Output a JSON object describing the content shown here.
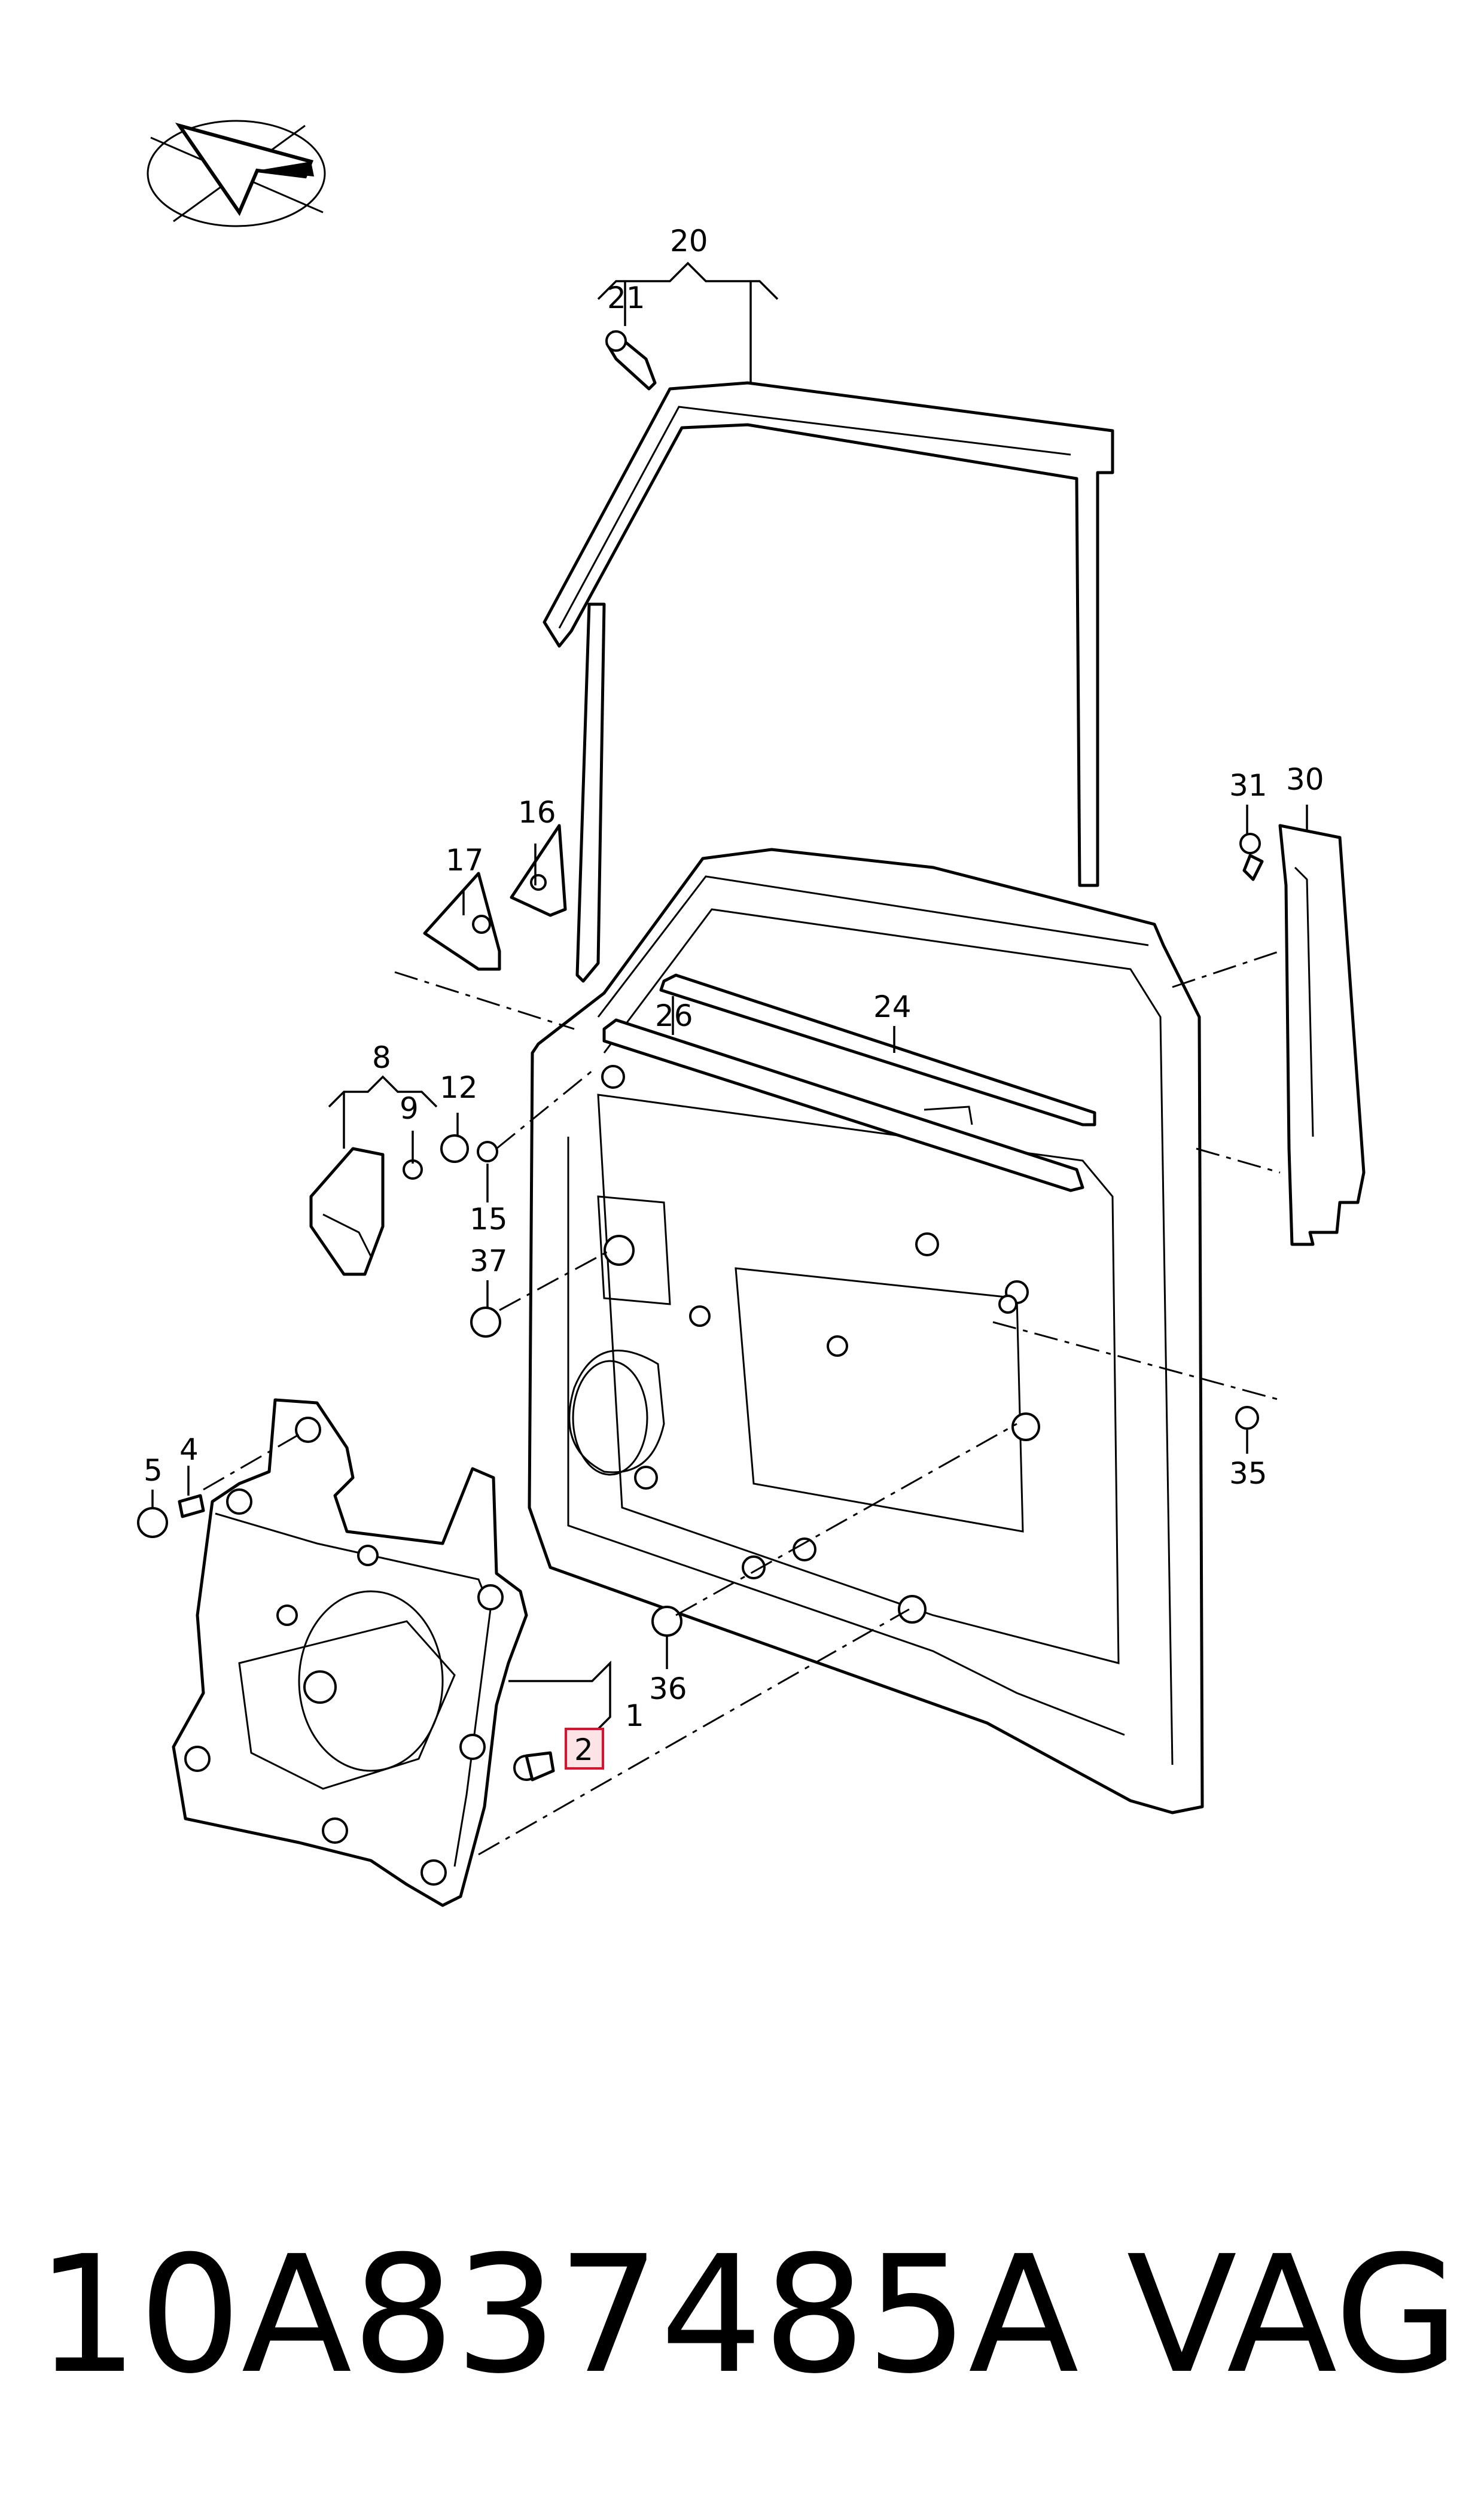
{
  "callouts": {
    "c20": "20",
    "c21": "21",
    "c31": "31",
    "c30": "30",
    "c16": "16",
    "c17": "17",
    "c24": "24",
    "c26": "26",
    "c8": "8",
    "c9": "9",
    "c12": "12",
    "c15": "15",
    "c37": "37",
    "c5": "5",
    "c4": "4",
    "c35": "35",
    "c36": "36",
    "c1": "1",
    "c2": "2"
  },
  "footer": {
    "part_number": "10A837485A",
    "brand": "VAG"
  },
  "colors": {
    "line": "#000000",
    "highlight": "#e0102a",
    "highlight_fill": "#fbe3e6"
  }
}
